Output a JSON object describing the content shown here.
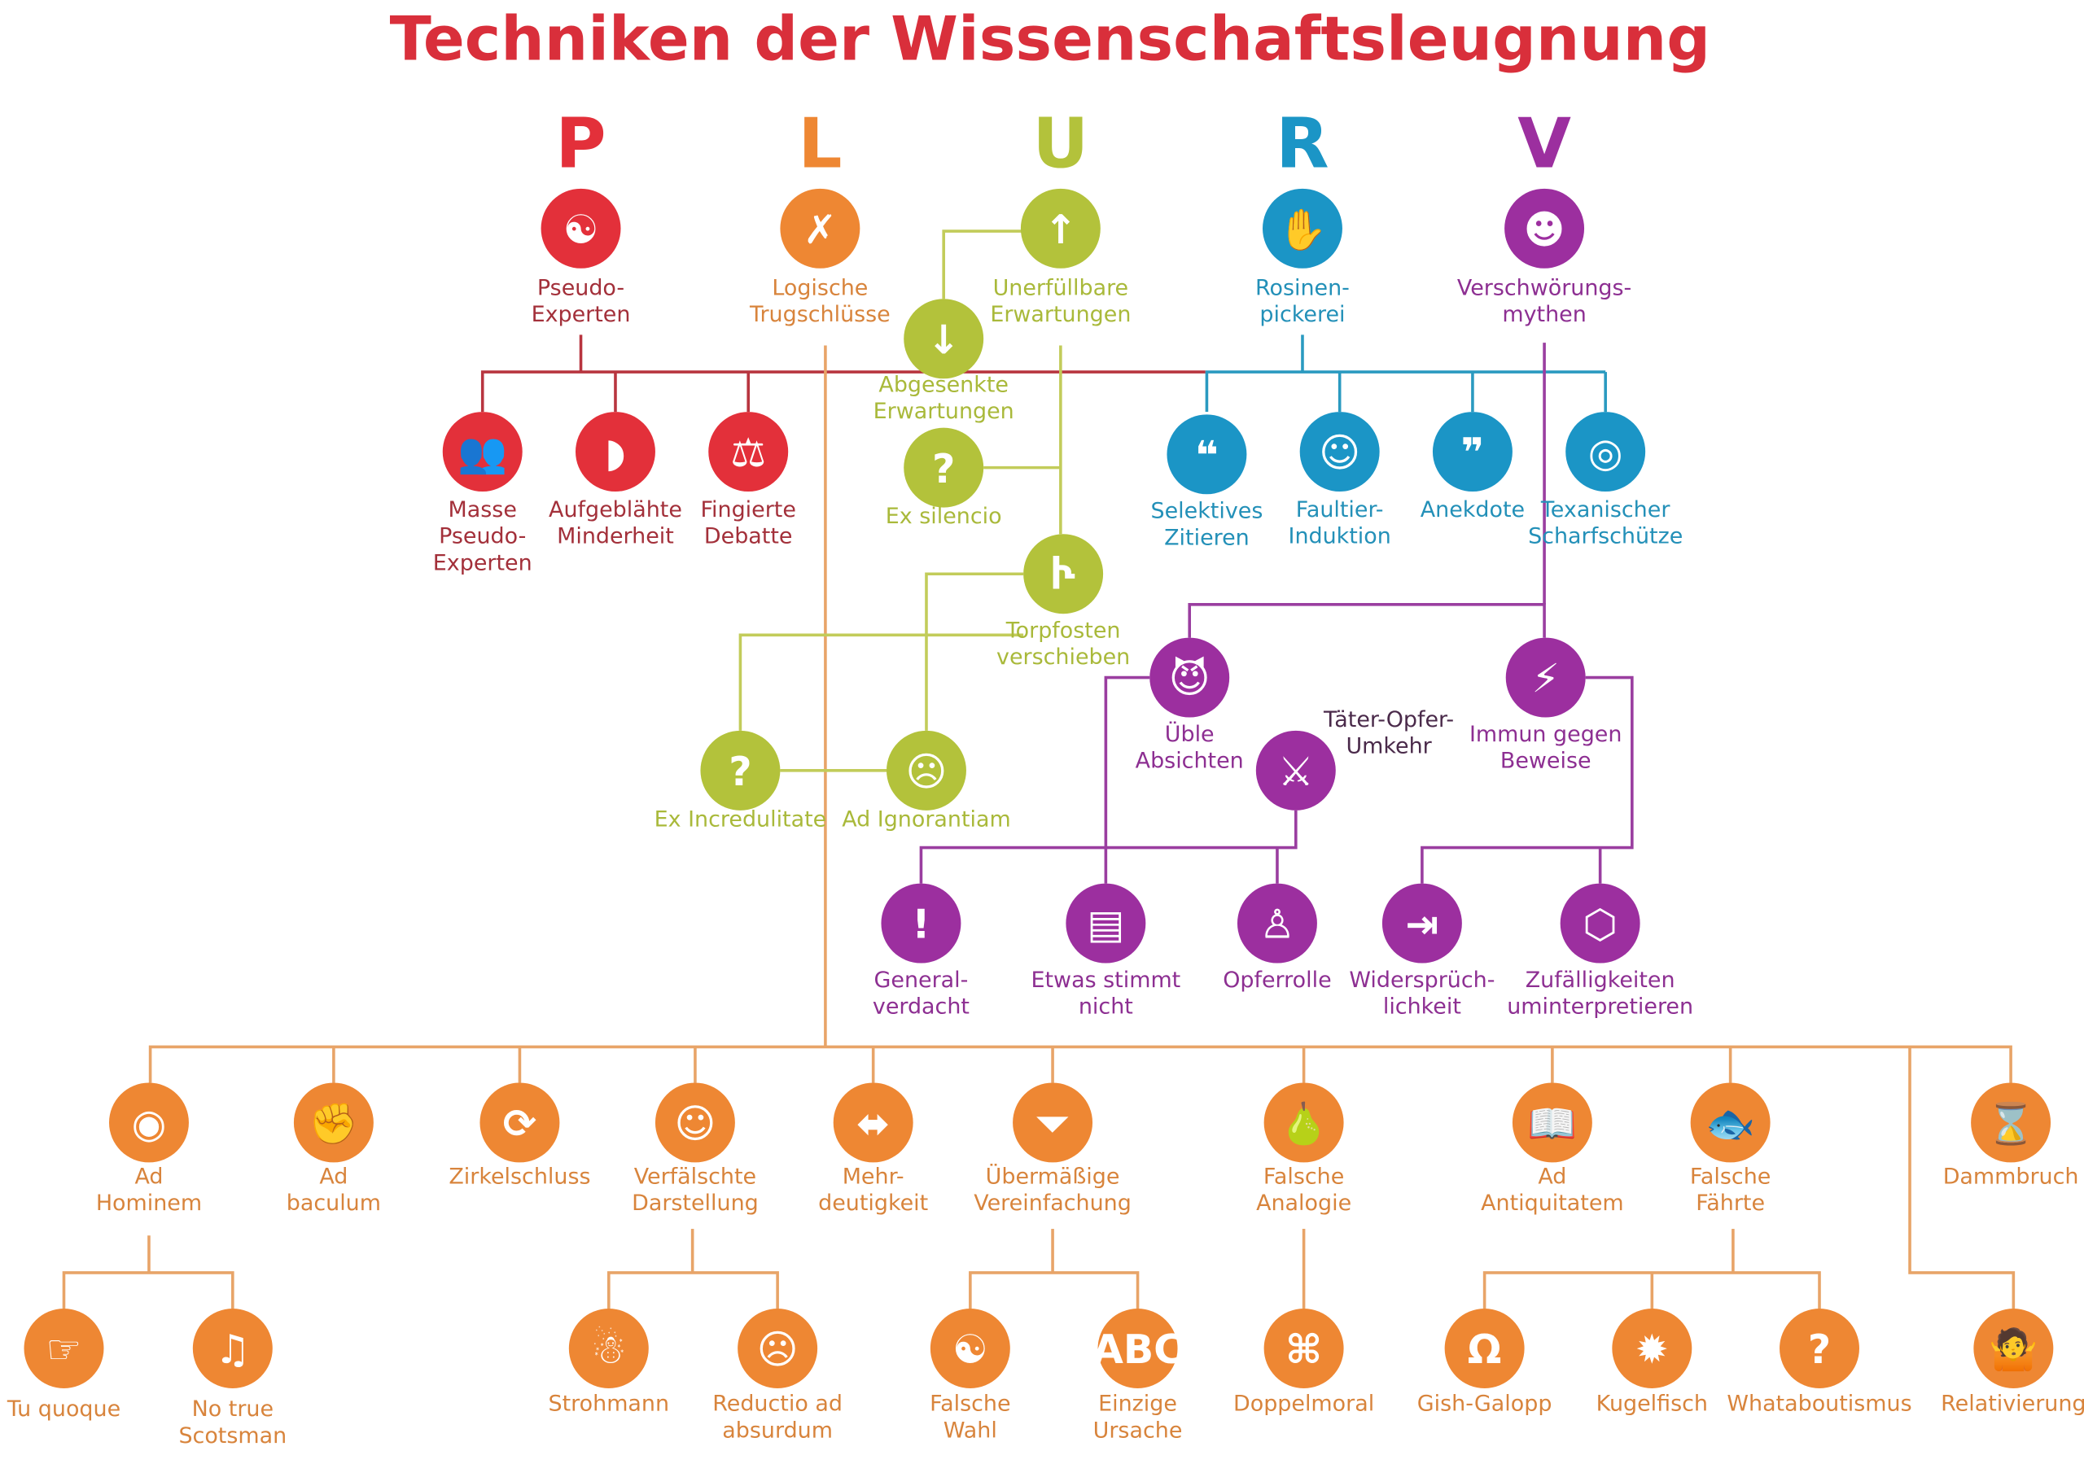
{
  "title": "Techniken der Wissenschaftsleugnung",
  "colors": {
    "title": "#d92f3b",
    "red": "#e3303a",
    "red_text": "#a3303a",
    "red_line": "#b8353f",
    "orange": "#ee8733",
    "orange_text": "#d8843c",
    "orange_line": "#e8a468",
    "green": "#b3c23b",
    "green_text": "#a9b93a",
    "green_line": "#c2cc5a",
    "blue": "#1b95c6",
    "blue_text": "#2390b8",
    "blue_line": "#2a9ac0",
    "purple": "#9c2f9f",
    "purple_text": "#8d2f92",
    "purple_line": "#9a3ea0"
  },
  "letters": [
    {
      "id": "P",
      "text": "P",
      "group": "red"
    },
    {
      "id": "L",
      "text": "L",
      "group": "orange"
    },
    {
      "id": "U",
      "text": "U",
      "group": "green"
    },
    {
      "id": "R",
      "text": "R",
      "group": "blue"
    },
    {
      "id": "V",
      "text": "V",
      "group": "purple"
    }
  ],
  "nodes": [
    {
      "id": "pseudo",
      "group": "red",
      "label": [
        "Pseudo-",
        "Experten"
      ],
      "icon": "faces-profile-icon"
    },
    {
      "id": "logisch",
      "group": "orange",
      "label": [
        "Logische",
        "Trugschlüsse"
      ],
      "icon": "speech-bubble-x-icon"
    },
    {
      "id": "unerf",
      "group": "green",
      "label": [
        "Unerfüllbare",
        "Erwartungen"
      ],
      "icon": "arrow-up-icon"
    },
    {
      "id": "rosinen",
      "group": "blue",
      "label": [
        "Rosinen-",
        "pickerei"
      ],
      "icon": "hand-picking-icon"
    },
    {
      "id": "versch",
      "group": "purple",
      "label": [
        "Verschwörungs-",
        "mythen"
      ],
      "icon": "head-lightning-icon"
    },
    {
      "id": "masse",
      "group": "red",
      "label": [
        "Masse",
        "Pseudo-",
        "Experten"
      ],
      "icon": "crowd-icon"
    },
    {
      "id": "aufgebl",
      "group": "red",
      "label": [
        "Aufgeblähte",
        "Minderheit"
      ],
      "icon": "face-profile-icon"
    },
    {
      "id": "fingiert",
      "group": "red",
      "label": [
        "Fingierte",
        "Debatte"
      ],
      "icon": "scales-icon"
    },
    {
      "id": "abgesenkt",
      "group": "green",
      "label": [
        "Abgesenkte",
        "Erwartungen"
      ],
      "icon": "arrow-down-icon"
    },
    {
      "id": "exsil",
      "group": "green",
      "label": [
        "Ex silencio"
      ],
      "icon": "question-mark-icon"
    },
    {
      "id": "torpf",
      "group": "green",
      "label": [
        "Torpfosten",
        "verschieben"
      ],
      "icon": "goalpost-icon"
    },
    {
      "id": "exincr",
      "group": "green",
      "label": [
        "Ex Incredulitate"
      ],
      "icon": "confused-person-icon"
    },
    {
      "id": "adign",
      "group": "green",
      "label": [
        "Ad Ignorantiam"
      ],
      "icon": "covering-ears-icon"
    },
    {
      "id": "selekt",
      "group": "blue",
      "label": [
        "Selektives",
        "Zitieren"
      ],
      "icon": "quote-icon"
    },
    {
      "id": "faultier",
      "group": "blue",
      "label": [
        "Faultier-",
        "Induktion"
      ],
      "icon": "sloth-icon"
    },
    {
      "id": "anekdote",
      "group": "blue",
      "label": [
        "Anekdote"
      ],
      "icon": "speech-bubble-quote-icon"
    },
    {
      "id": "texan",
      "group": "blue",
      "label": [
        "Texanischer",
        "Scharfschütze"
      ],
      "icon": "target-painter-icon"
    },
    {
      "id": "uebel",
      "group": "purple",
      "label": [
        "Üble",
        "Absichten"
      ],
      "icon": "devil-face-icon"
    },
    {
      "id": "immun",
      "group": "purple",
      "label": [
        "Immun gegen",
        "Beweise"
      ],
      "icon": "shield-lightning-icon"
    },
    {
      "id": "taeter",
      "group": "purple",
      "label": [
        "Täter-Opfer-",
        "Umkehr"
      ],
      "icon": "attacker-victim-icon"
    },
    {
      "id": "general",
      "group": "purple",
      "label": [
        "General-",
        "verdacht"
      ],
      "icon": "magnifier-exclamation-icon"
    },
    {
      "id": "etwas",
      "group": "purple",
      "label": [
        "Etwas stimmt",
        "nicht"
      ],
      "icon": "crossed-document-icon"
    },
    {
      "id": "opfer",
      "group": "purple",
      "label": [
        "Opferrolle"
      ],
      "icon": "kneeling-person-icon"
    },
    {
      "id": "widerspr",
      "group": "purple",
      "label": [
        "Widersprüch-",
        "lichkeit"
      ],
      "icon": "arrows-converge-icon"
    },
    {
      "id": "zufall",
      "group": "purple",
      "label": [
        "Zufälligkeiten",
        "uminterpretieren"
      ],
      "icon": "connected-dots-icon"
    },
    {
      "id": "adhom",
      "group": "orange",
      "label": [
        "Ad",
        "Hominem"
      ],
      "icon": "target-head-icon"
    },
    {
      "id": "adbac",
      "group": "orange",
      "label": [
        "Ad",
        "baculum"
      ],
      "icon": "fist-icon"
    },
    {
      "id": "zirkel",
      "group": "orange",
      "label": [
        "Zirkelschluss"
      ],
      "icon": "circular-arrows-icon"
    },
    {
      "id": "verfaelscht",
      "group": "orange",
      "label": [
        "Verfälschte",
        "Darstellung"
      ],
      "icon": "mask-icon"
    },
    {
      "id": "mehrdeut",
      "group": "orange",
      "label": [
        "Mehr-",
        "deutigkeit"
      ],
      "icon": "double-arrow-icon"
    },
    {
      "id": "uebermass",
      "group": "orange",
      "label": [
        "Übermäßige",
        "Vereinfachung"
      ],
      "icon": "funnel-icon"
    },
    {
      "id": "analogie",
      "group": "orange",
      "label": [
        "Falsche",
        "Analogie"
      ],
      "icon": "apple-pear-icon"
    },
    {
      "id": "antiq",
      "group": "orange",
      "label": [
        "Ad",
        "Antiquitatem"
      ],
      "icon": "old-book-icon"
    },
    {
      "id": "faehrte",
      "group": "orange",
      "label": [
        "Falsche",
        "Fährte"
      ],
      "icon": "red-herring-icon"
    },
    {
      "id": "damm",
      "group": "orange",
      "label": [
        "Dammbruch"
      ],
      "icon": "slippery-slope-icon"
    },
    {
      "id": "tuquoque",
      "group": "orange",
      "label": [
        "Tu quoque"
      ],
      "icon": "pointing-finger-icon"
    },
    {
      "id": "scotsman",
      "group": "orange",
      "label": [
        "No true",
        "Scotsman"
      ],
      "icon": "bagpiper-icon"
    },
    {
      "id": "stroh",
      "group": "orange",
      "label": [
        "Strohmann"
      ],
      "icon": "scarecrow-icon"
    },
    {
      "id": "reductio",
      "group": "orange",
      "label": [
        "Reductio ad",
        "absurdum"
      ],
      "icon": "absurd-person-icon"
    },
    {
      "id": "wahl",
      "group": "orange",
      "label": [
        "Falsche",
        "Wahl"
      ],
      "icon": "yin-yang-icon"
    },
    {
      "id": "ursache",
      "group": "orange",
      "label": [
        "Einzige",
        "Ursache"
      ],
      "icon": "abc-arrows-icon"
    },
    {
      "id": "doppel",
      "group": "orange",
      "label": [
        "Doppelmoral"
      ],
      "icon": "knot-icon"
    },
    {
      "id": "gish",
      "group": "orange",
      "label": [
        "Gish-Galopp"
      ],
      "icon": "horseshoes-icon"
    },
    {
      "id": "kugel",
      "group": "orange",
      "label": [
        "Kugelfisch"
      ],
      "icon": "pufferfish-icon"
    },
    {
      "id": "whatab",
      "group": "orange",
      "label": [
        "Whataboutismus"
      ],
      "icon": "circular-question-icon"
    },
    {
      "id": "relativ",
      "group": "orange",
      "label": [
        "Relativierung"
      ],
      "icon": "shrugging-person-icon"
    }
  ]
}
